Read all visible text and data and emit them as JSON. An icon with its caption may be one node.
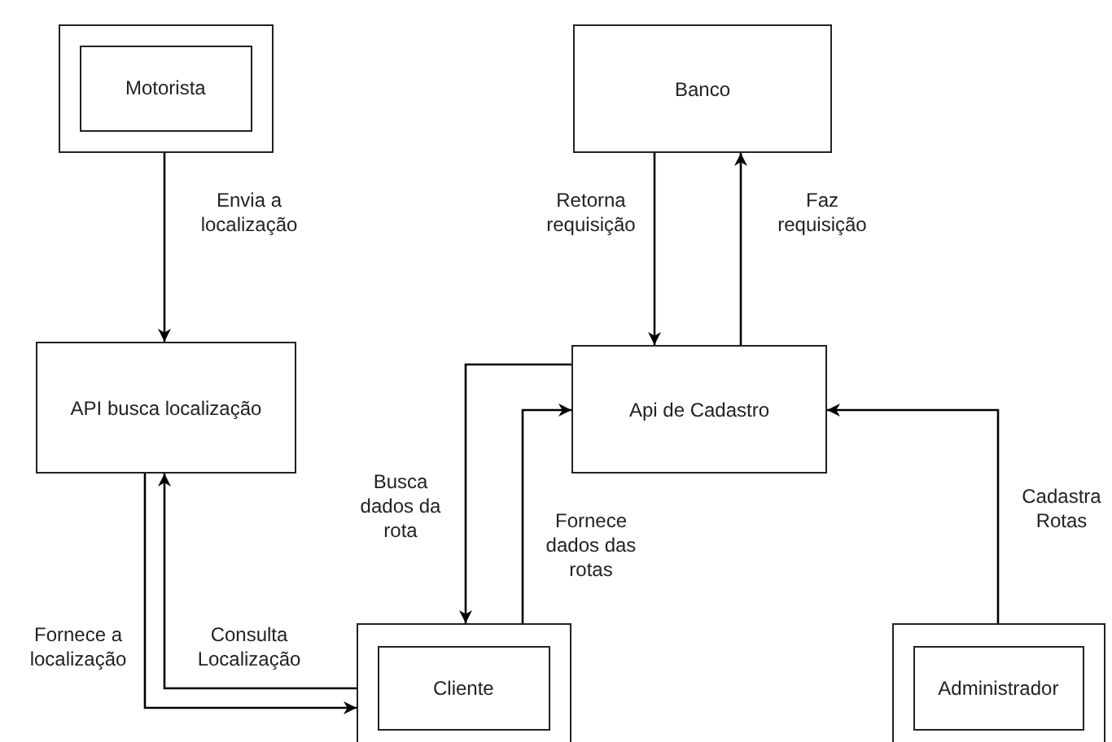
{
  "diagram": {
    "nodes": [
      {
        "text": [],
        "shape": "box"
      },
      {
        "text": [
          "Motorista"
        ],
        "in": 0
      },
      {
        "text": [
          "Banco"
        ]
      },
      {
        "text": [
          "API busca localização"
        ]
      },
      {
        "text": [
          "Api de Cadastro"
        ]
      },
      {
        "text": [],
        "shape": "box"
      },
      {
        "text": [
          "Cliente"
        ],
        "in": 5
      },
      {
        "text": [],
        "shape": "box"
      },
      {
        "text": [
          "Administrador"
        ],
        "in": 7
      }
    ],
    "edges": [
      {
        "from": 0,
        "to": 3,
        "arrow": "to",
        "label": "Envia a localização"
      },
      {
        "from": 2,
        "to": 4,
        "arrow": "to",
        "label": "Retorna requisição"
      },
      {
        "from": 4,
        "to": 2,
        "arrow": "to",
        "label": "Faz requisição"
      },
      {
        "from": 4,
        "to": 5,
        "arrow": "to",
        "label": "Busca dados da rota"
      },
      {
        "from": 5,
        "to": 4,
        "arrow": "to",
        "label": "Fornece dados das rotas"
      },
      {
        "from": 7,
        "to": 4,
        "arrow": "to",
        "label": "Cadastra Rotas"
      },
      {
        "from": 5,
        "to": 3,
        "arrow": "to",
        "label": "Consulta Localização"
      },
      {
        "from": 3,
        "to": 5,
        "arrow": "to",
        "label": "Fornece a localização"
      }
    ]
  }
}
